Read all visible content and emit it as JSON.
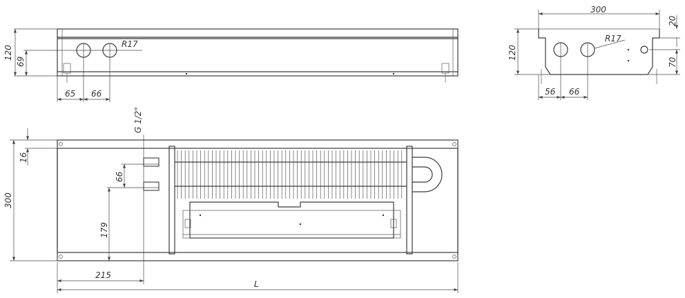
{
  "front_view": {
    "height_label": "120",
    "pipe_height_label": "69",
    "radius_label": "R17",
    "offset_1_label": "65",
    "offset_2_label": "66"
  },
  "side_view": {
    "width_label": "300",
    "top_label": "20",
    "height_label": "120",
    "radius_label": "R17",
    "pipe_height_label": "70",
    "offset_1_label": "56",
    "offset_2_label": "66"
  },
  "top_view": {
    "thread_label": "G 1/2\"",
    "frame_label": "16",
    "pipe_spacing_label": "66",
    "width_label": "300",
    "pipe_offset_label": "179",
    "pipe_x_label": "215",
    "length_label": "L"
  }
}
